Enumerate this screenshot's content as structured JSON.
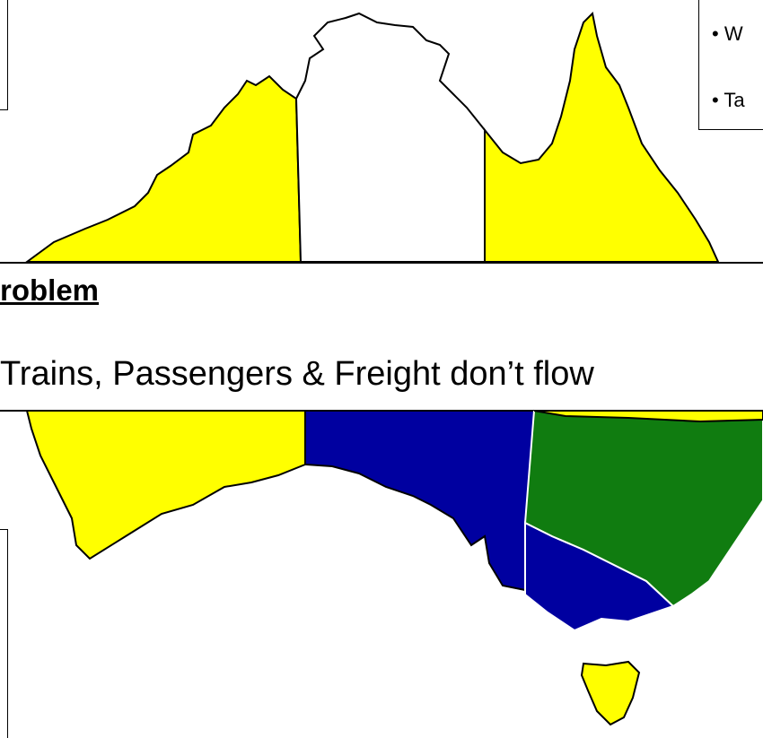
{
  "title": "roblem",
  "statement": "Trains, Passengers & Freight don’t flow",
  "legend": {
    "items": [
      "• W",
      "• Ta"
    ]
  },
  "colors": {
    "yellow": "#ffff00",
    "blue": "#0000a0",
    "green": "#107c10",
    "white": "#ffffff",
    "outline": "#000000"
  }
}
